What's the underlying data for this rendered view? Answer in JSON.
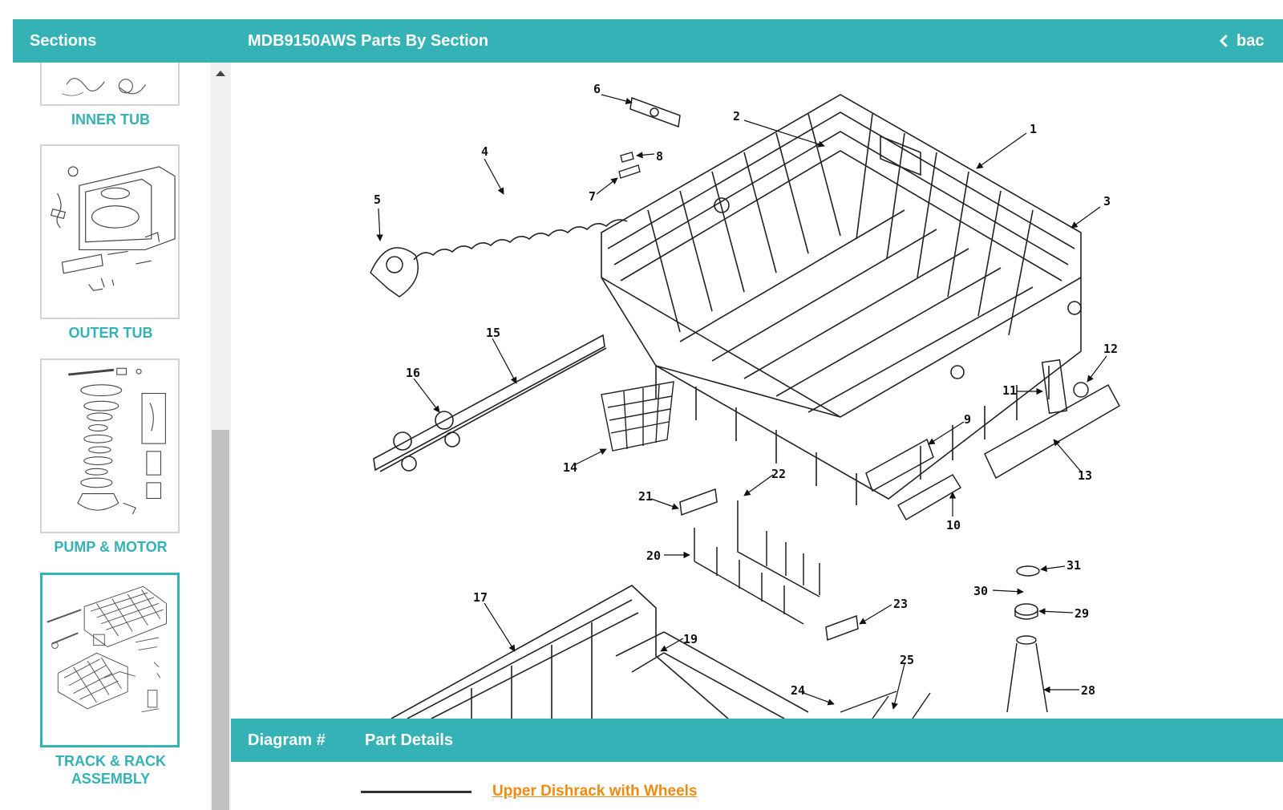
{
  "header": {
    "sections_label": "Sections",
    "title": "MDB9150AWS Parts By Section",
    "back_label": "bac"
  },
  "sidebar": {
    "items": [
      {
        "label": "INNER TUB",
        "active": false,
        "icon": "inner-tub-thumbnail"
      },
      {
        "label": "OUTER TUB",
        "active": false,
        "icon": "outer-tub-thumbnail"
      },
      {
        "label": "PUMP & MOTOR",
        "active": false,
        "icon": "pump-motor-thumbnail"
      },
      {
        "label": "TRACK & RACK\nASSEMBLY",
        "active": true,
        "icon": "track-rack-thumbnail"
      }
    ]
  },
  "diagram": {
    "part_numbers": [
      "1",
      "2",
      "3",
      "4",
      "5",
      "6",
      "7",
      "8",
      "9",
      "10",
      "11",
      "12",
      "13",
      "14",
      "15",
      "16",
      "17",
      "19",
      "20",
      "21",
      "22",
      "23",
      "24",
      "25",
      "28",
      "29",
      "30",
      "31"
    ]
  },
  "details": {
    "diagram_col": "Diagram #",
    "details_col": "Part Details"
  },
  "parts": [
    {
      "name": "Upper Dishrack with Wheels"
    }
  ],
  "colors": {
    "accent": "#35b2b5",
    "link": "#f08a12"
  }
}
